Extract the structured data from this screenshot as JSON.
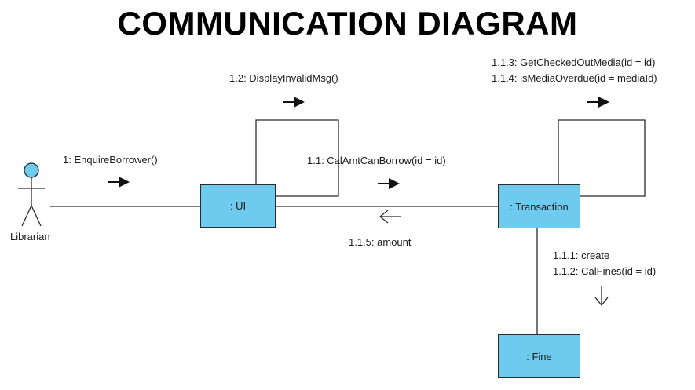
{
  "title": "COMMUNICATION DIAGRAM",
  "actor": {
    "label": "Librarian",
    "color": "#6ecbef"
  },
  "objects": {
    "ui": ": UI",
    "transaction": ": Transaction",
    "fine": ": Fine"
  },
  "object_color": "#6ecbef",
  "messages": {
    "enquire_borrower": "1: EnquireBorrower()",
    "display_invalid_msg": "1.2: DisplayInvalidMsg()",
    "cal_amt_can_borrow": "1.1: CalAmtCanBorrow(id = id)",
    "amount": "1.1.5: amount",
    "get_checked_out_media": "1.1.3: GetCheckedOutMedia(id = id)",
    "is_media_overdue": "1.1.4: isMediaOverdue(id = mediaId)",
    "create": "1.1.1: create",
    "cal_fines": "1.1.2: CalFines(id = id)"
  }
}
